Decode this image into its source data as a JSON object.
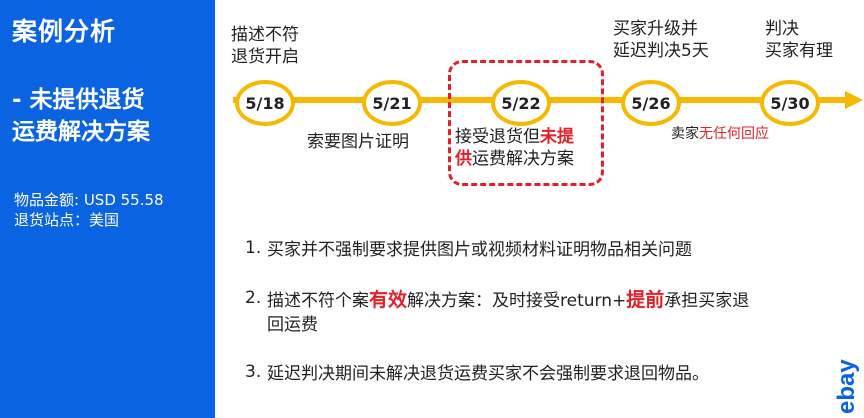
{
  "sidebar": {
    "title": "案例分析",
    "subtitle_line1": "- 未提供退货",
    "subtitle_line2": "运费解决方案",
    "item_amount": "物品金额: USD 55.58",
    "return_site": "退货站点：美国"
  },
  "timeline": {
    "nodes": [
      "5/18",
      "5/21",
      "5/22",
      "5/26",
      "5/30"
    ],
    "above_1_line1": "描述不符",
    "above_1_line2": "退货开启",
    "above_4_line1": "买家升级并",
    "above_4_line2": "延迟判决5天",
    "above_5_line1": "判决",
    "above_5_line2": "买家有理",
    "below_2": "索要图片证明",
    "below_3_part1": "接受退货但",
    "below_3_part2": "未提",
    "below_3_part3": "供",
    "below_3_part4": "运费解决方案",
    "below_4_part1": "卖家",
    "below_4_part2": "无任何回应"
  },
  "notes": {
    "n1_num": "1.",
    "n1_text": "买家并不强制要求提供图片或视频材料证明物品相关问题",
    "n2_num": "2.",
    "n2_part1": "描述不符个案",
    "n2_part2": "有效",
    "n2_part3": "解决方案：及时接受return+",
    "n2_part4": "提前",
    "n2_part5": "承担买家退",
    "n2_line2": "回运费",
    "n3_num": "3.",
    "n3_text": "延迟判决期间未解决退货运费买家不会强制要求退回物品。"
  },
  "logo": {
    "text": "ebay",
    "color": "#0a63e0"
  },
  "colors": {
    "sidebar_bg": "#0a63e0",
    "timeline": "#f6b800",
    "accent_red": "#e3202a"
  }
}
